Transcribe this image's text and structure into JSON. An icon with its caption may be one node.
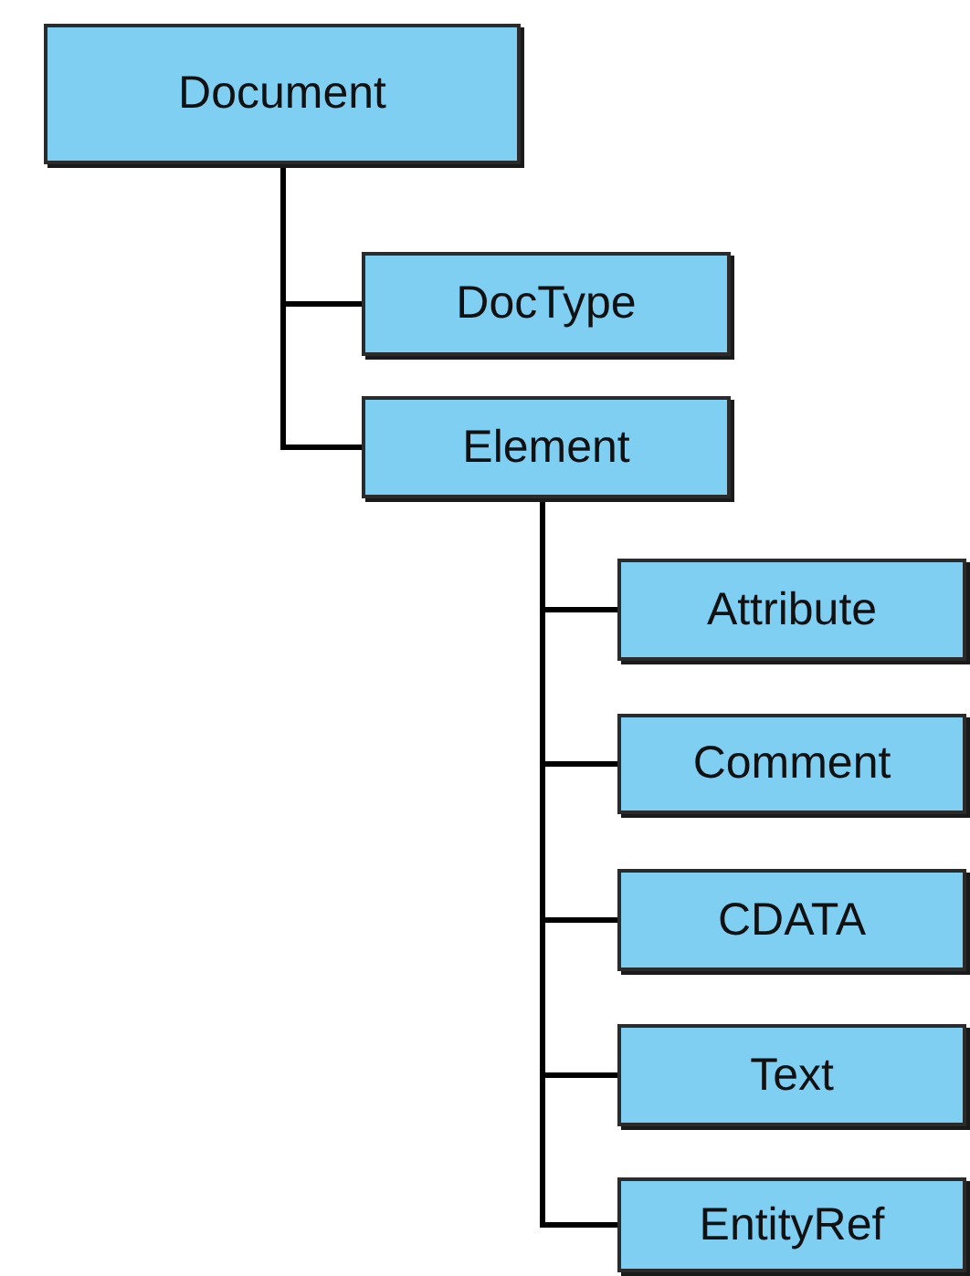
{
  "diagram": {
    "nodes": [
      {
        "text": [
          "Document"
        ]
      },
      {
        "text": [
          "DocType"
        ]
      },
      {
        "text": [
          "Element"
        ]
      },
      {
        "text": [
          "Attribute"
        ]
      },
      {
        "text": [
          "Comment"
        ]
      },
      {
        "text": [
          "CDATA"
        ]
      },
      {
        "text": [
          "Text"
        ]
      },
      {
        "text": [
          "EntityRef"
        ]
      }
    ],
    "edges": [
      {
        "from": 0,
        "to": 1,
        "arrow": "none"
      },
      {
        "from": 0,
        "to": 2,
        "arrow": "none"
      },
      {
        "from": 2,
        "to": 3,
        "arrow": "none"
      },
      {
        "from": 2,
        "to": 4,
        "arrow": "none"
      },
      {
        "from": 2,
        "to": 5,
        "arrow": "none"
      },
      {
        "from": 2,
        "to": 6,
        "arrow": "none"
      },
      {
        "from": 2,
        "to": 7,
        "arrow": "none"
      }
    ]
  }
}
